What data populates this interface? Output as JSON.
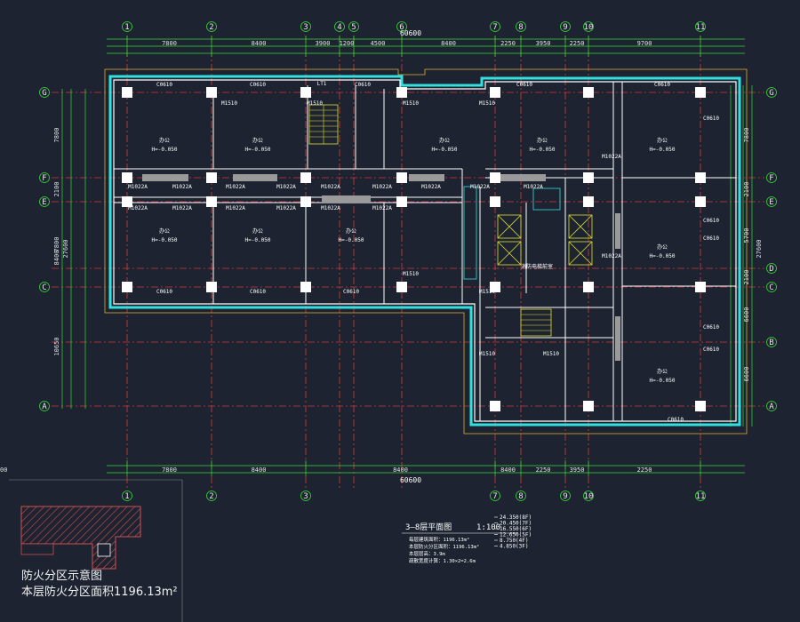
{
  "axes": {
    "top": [
      "1",
      "2",
      "3",
      "4",
      "5",
      "6",
      "7",
      "8",
      "9",
      "10",
      "11"
    ],
    "bottom": [
      "1",
      "2",
      "3",
      "7",
      "8",
      "9",
      "10",
      "11"
    ],
    "left": [
      "G",
      "F",
      "E",
      "C",
      "A"
    ],
    "right": [
      "G",
      "F",
      "E",
      "D",
      "C",
      "B",
      "A"
    ]
  },
  "dims": {
    "overall": "60600",
    "bays_top": [
      "7800",
      "8400",
      "3900",
      "1200",
      "4500",
      "8400",
      "2250",
      "3950",
      "2250",
      "9700"
    ],
    "bays_bottom": [
      "7800",
      "8400",
      "8400",
      "8400",
      "2250",
      "3950",
      "2250",
      "9700"
    ],
    "left_vertical": [
      "7800",
      "2100",
      "7800",
      "8400",
      "10650",
      "27600"
    ],
    "right_vertical": [
      "7800",
      "2100",
      "5700",
      "2100",
      "6600",
      "6600",
      "27600"
    ]
  },
  "rooms": {
    "office": "办公",
    "elevation_note": "H=-0.050",
    "stair": "LT1",
    "elevator_lobby": "消防电梯前室",
    "doors": [
      "M1022A",
      "M1022A",
      "M1022A",
      "M1022A",
      "M1022A",
      "M1022A",
      "M1022A",
      "M1022A",
      "M1022A",
      "M1022A",
      "M1022A",
      "M1022A",
      "M1022A",
      "M1022A",
      "M1022A",
      "M1022A",
      "M1022A"
    ],
    "fire_doors": [
      "M1510",
      "M1510",
      "M1510",
      "M1510",
      "M1510",
      "M1510",
      "M1510",
      "M1510"
    ],
    "windows": [
      "C0610",
      "C0610",
      "C0610",
      "C0610",
      "C0610",
      "C0610",
      "C0610",
      "C0610",
      "C0610",
      "C0610",
      "C0610",
      "C0610",
      "C0610",
      "C0610"
    ]
  },
  "title": {
    "name": "3—8层平面图",
    "scale": "1:100",
    "notes": [
      "每层建筑面积：1196.13m²",
      "本层防火分区面积：1196.13m²",
      "本层层高：3.9m",
      "疏散宽度计算：1.30×2=2.6m"
    ],
    "elevations": [
      "24.350(8F)",
      "20.450(7F)",
      "16.550(6F)",
      "12.650(5F)",
      "8.750(4F)",
      "4.850(3F)"
    ]
  },
  "legend": {
    "title": "防火分区示意图",
    "area": "本层防火分区面积1196.13m²"
  },
  "colors": {
    "background": "#1d2330",
    "axis_line": "#d63a3a",
    "dim_line": "#33dd33",
    "wall": "#ffffff",
    "glass": "#33e0e0",
    "column": "#ffffff",
    "outline": "#e0b030"
  }
}
